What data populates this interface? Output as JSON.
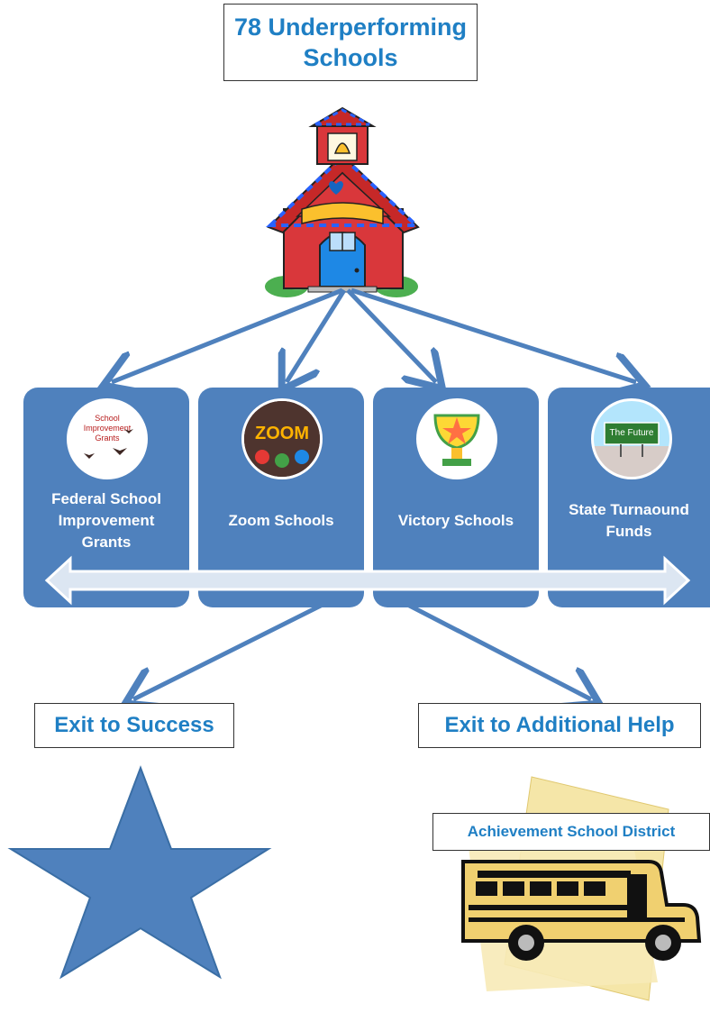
{
  "title": {
    "line1": "78 Underperforming",
    "line2": "Schools"
  },
  "programs": [
    {
      "label_lines": [
        "Federal School",
        "Improvement",
        "Grants"
      ],
      "badge_text": [
        "School",
        "Improvement",
        "Grants"
      ],
      "icon": "butterfly-grants-icon"
    },
    {
      "label_lines": [
        "Zoom Schools"
      ],
      "badge_text": [
        "ZOOM"
      ],
      "icon": "zoom-letters-icon"
    },
    {
      "label_lines": [
        "Victory Schools"
      ],
      "icon": "trophy-icon"
    },
    {
      "label_lines": [
        "State Turnaound",
        "Funds"
      ],
      "badge_text": [
        "The Future"
      ],
      "icon": "highway-sign-icon"
    }
  ],
  "exits": {
    "success": "Exit to Success",
    "help": "Exit to Additional Help"
  },
  "achievement_district": "Achievement School District",
  "colors": {
    "card_blue": "#4f81bd",
    "title_blue": "#1f7fc4",
    "arrow_light": "#dce6f2",
    "star_blue": "#4f81bd",
    "school_red": "#d9373b",
    "bus_yellow": "#f0d070"
  },
  "icons": [
    "schoolhouse-icon",
    "star-icon",
    "school-bus-icon",
    "double-arrow-icon"
  ]
}
